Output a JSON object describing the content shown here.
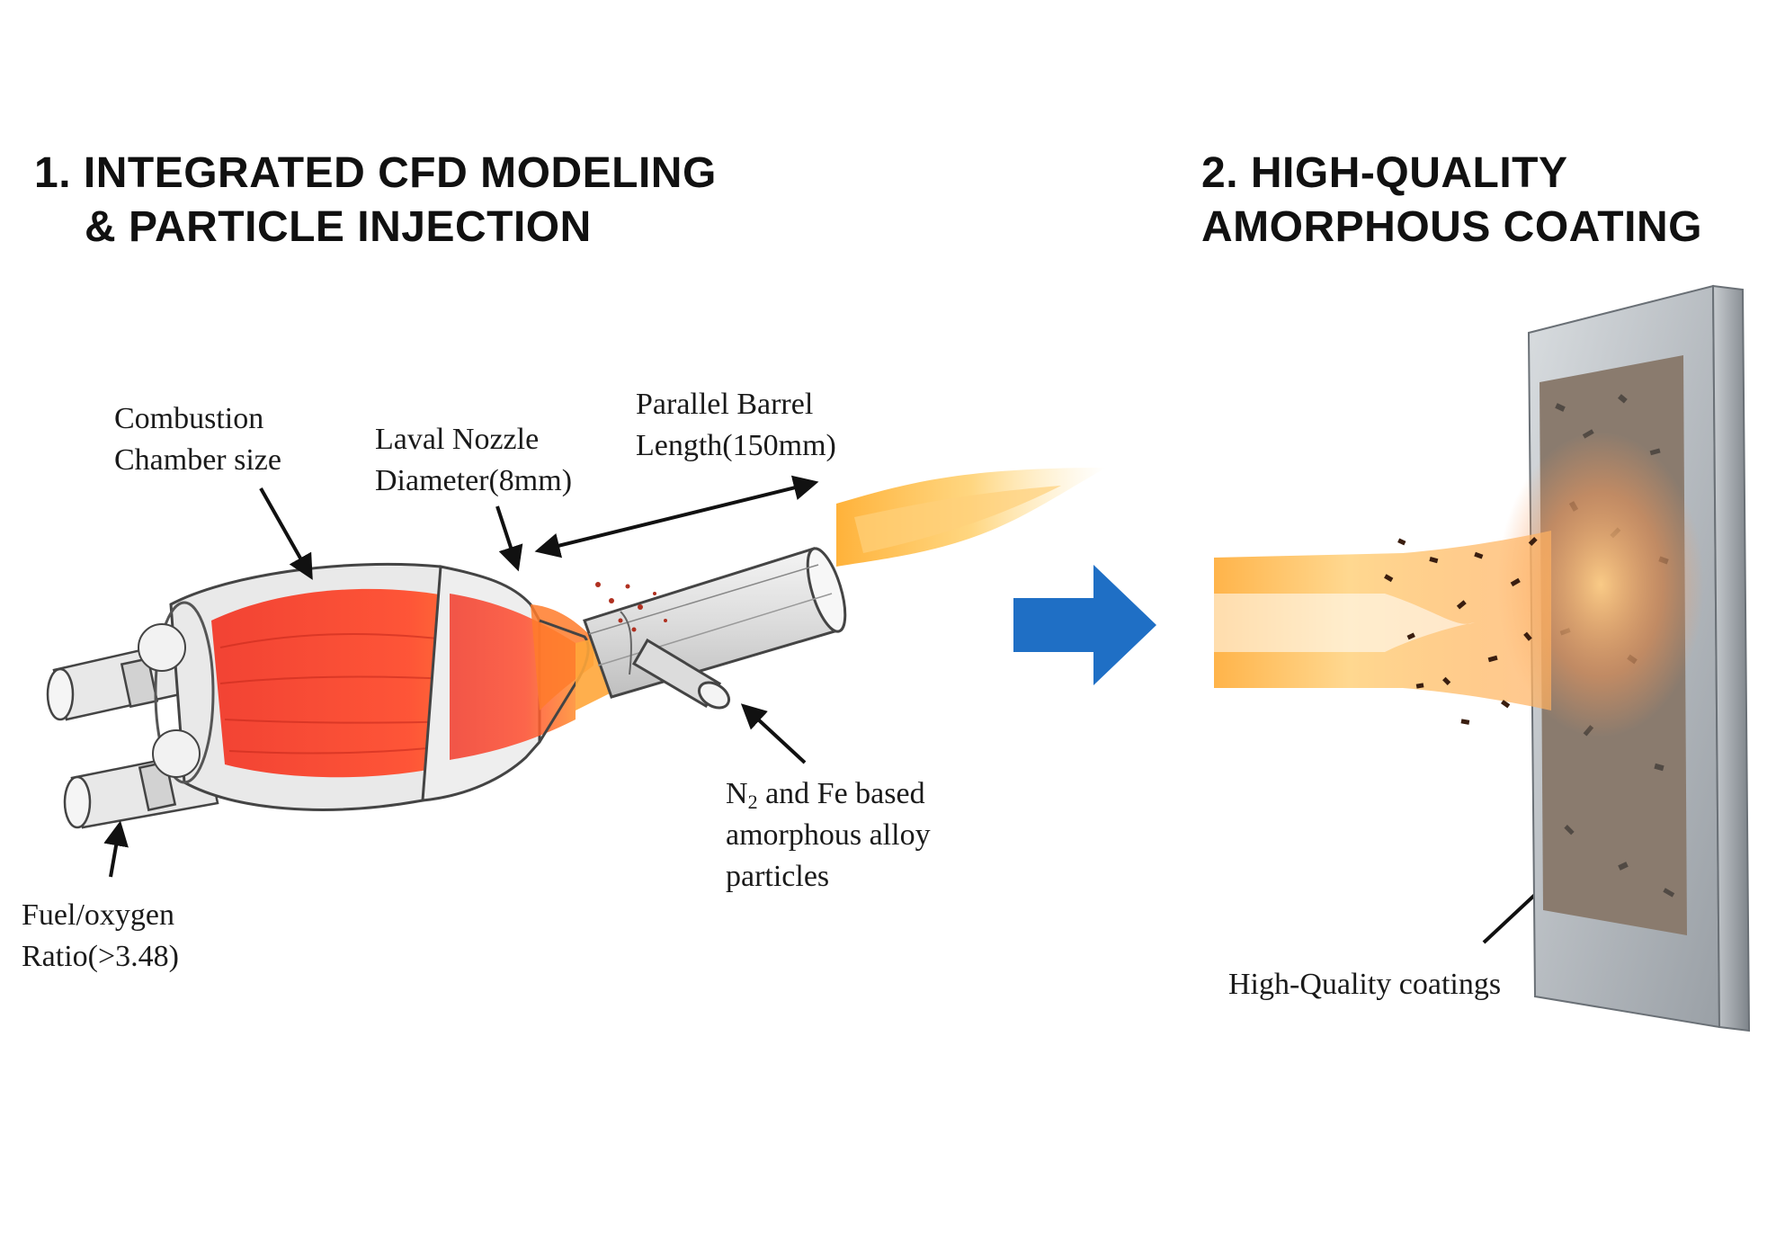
{
  "headings": {
    "left": {
      "line1": "1. INTEGRATED CFD MODELING",
      "line2": "& PARTICLE INJECTION"
    },
    "right": {
      "line1": "2. HIGH-QUALITY",
      "line2": "AMORPHOUS COATING"
    }
  },
  "labels": {
    "combustion_chamber": {
      "line1": "Combustion",
      "line2": "Chamber size"
    },
    "laval_nozzle": {
      "line1": "Laval Nozzle",
      "line2": "Diameter(8mm)"
    },
    "parallel_barrel": {
      "line1": "Parallel Barrel",
      "line2": "Length(150mm)"
    },
    "injection": {
      "n": "N",
      "subscript": "2",
      "line1_rest": " and Fe based",
      "line2": "amorphous alloy",
      "line3": "particles"
    },
    "fuel_oxygen": {
      "line1": "Fuel/oxygen",
      "line2": "Ratio(>3.48)"
    },
    "coatings": {
      "text": "High-Quality coatings"
    }
  },
  "colors": {
    "arrow_blue": "#1f6fc5",
    "flame_red": "#f0402a",
    "flame_orange": "#ff9a2e",
    "flame_yellow": "#ffe08a",
    "metal_grey": "#b9bec4"
  }
}
